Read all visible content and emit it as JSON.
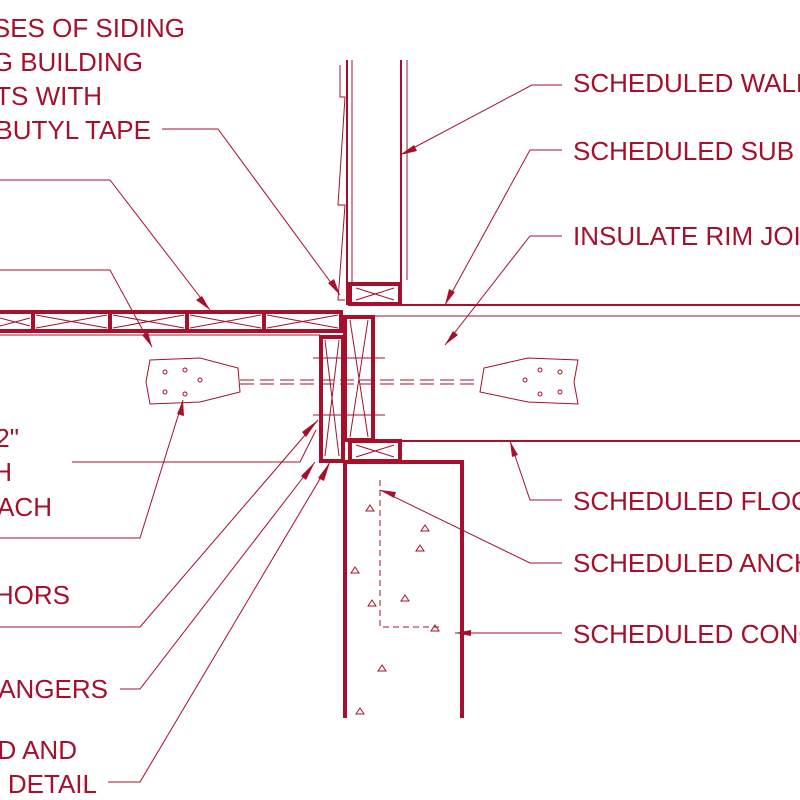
{
  "accent_color": "#a6102c",
  "left_labels": {
    "siding_l1": "RSES OF SIDING",
    "siding_l2": "NG BUILDING",
    "siding_l3": "NTS WITH",
    "siding_l4": "BUTYL TAPE",
    "fasten_l1": "2\"",
    "fasten_l2": "H",
    "fasten_l3": "EACH",
    "anchors": "HORS",
    "hangers": "HANGERS",
    "detail_l1": "RD AND",
    "detail_l2": "N DETAIL"
  },
  "right_labels": {
    "wall": "SCHEDULED WALL",
    "subfloor": "SCHEDULED SUB FLOOR",
    "rim": "INSULATE RIM JOIST",
    "floor": "SCHEDULED FLOOR",
    "anchor": "SCHEDULED ANCHOR",
    "concrete": "SCHEDULED CONCRETE"
  }
}
